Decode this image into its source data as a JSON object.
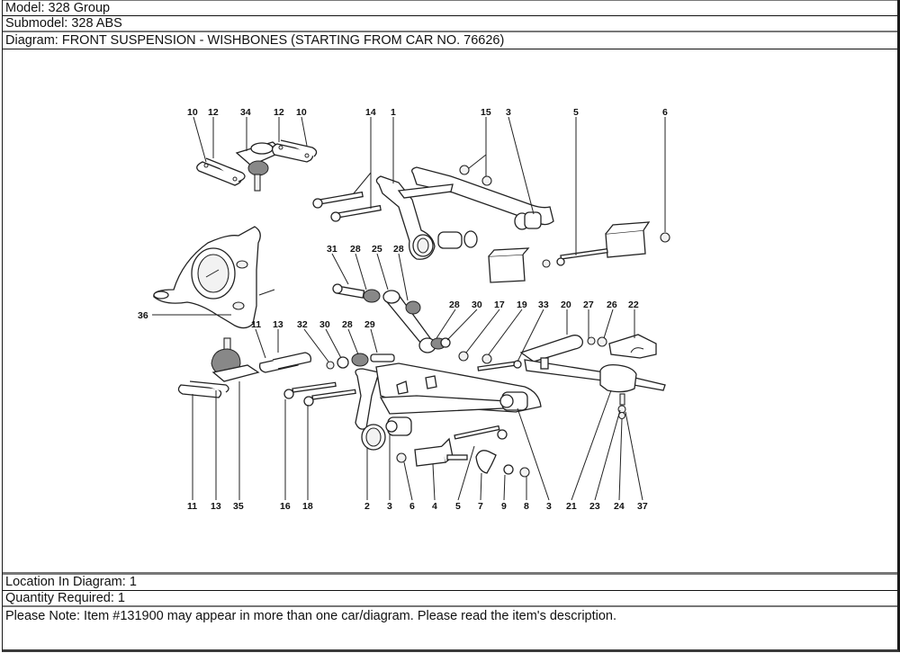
{
  "header": {
    "model": "Model: 328 Group",
    "submodel": "Submodel: 328 ABS",
    "diagram": "Diagram: FRONT SUSPENSION - WISHBONES (STARTING FROM CAR NO. 76626)"
  },
  "diagram": {
    "subject": "Front suspension wishbones exploded view",
    "callouts": {
      "c10a": "10",
      "c12a": "12",
      "c34": "34",
      "c12b": "12",
      "c10b": "10",
      "c14": "14",
      "c1": "1",
      "c15": "15",
      "c3top": "3",
      "c5top": "5",
      "c6top": "6",
      "c31": "31",
      "c28a": "28",
      "c25": "25",
      "c28b": "28",
      "c36": "36",
      "c11top": "11",
      "c13top": "13",
      "c32": "32",
      "c30a": "30",
      "c28c": "28",
      "c29": "29",
      "c28d": "28",
      "c30b": "30",
      "c17": "17",
      "c19": "19",
      "c33": "33",
      "c20": "20",
      "c27": "27",
      "c26": "26",
      "c22": "22",
      "c11bot": "11",
      "c13bot": "13",
      "c35": "35",
      "c16": "16",
      "c18": "18",
      "c2": "2",
      "c3a": "3",
      "c6bot": "6",
      "c4": "4",
      "c5bot": "5",
      "c7": "7",
      "c9": "9",
      "c8": "8",
      "c3b": "3",
      "c21": "21",
      "c23": "23",
      "c24": "24",
      "c37": "37"
    }
  },
  "footer": {
    "location": "Location In Diagram: 1",
    "quantity": "Quantity Required: 1",
    "note": "Please Note: Item #131900 may appear in more than one car/diagram. Please read the item's description."
  }
}
